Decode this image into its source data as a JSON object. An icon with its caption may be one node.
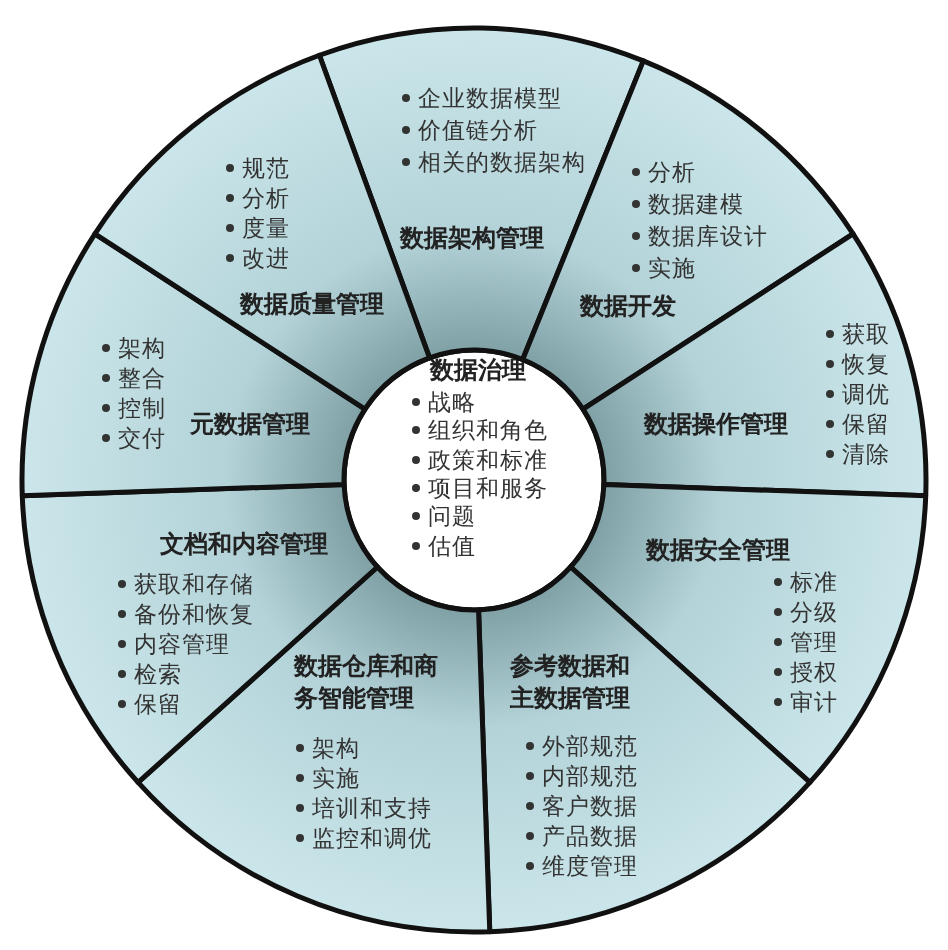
{
  "diagram": {
    "nodes": [
      {
        "text": [
          "数据治理",
          "战略",
          "组织和角色",
          "政策和标准",
          "项目和服务",
          "问题",
          "估值"
        ]
      },
      {
        "text": [
          "企业数据模型",
          "价值链分析",
          "相关的数据架构",
          "数据架构管理"
        ]
      },
      {
        "text": [
          "分析",
          "数据建模",
          "数据库设计",
          "实施",
          "数据开发"
        ]
      },
      {
        "text": [
          "获取",
          "恢复",
          "调优",
          "保留",
          "清除",
          "数据操作管理"
        ]
      },
      {
        "text": [
          "数据安全管理",
          "标准",
          "分级",
          "管理",
          "授权",
          "审计"
        ]
      },
      {
        "text": [
          "参考数据和主数据管理",
          "外部规范",
          "内部规范",
          "客户数据",
          "产品数据",
          "维度管理"
        ]
      },
      {
        "text": [
          "数据仓库和商务智能管理",
          "架构",
          "实施",
          "培训和支持",
          "监控和调优"
        ]
      },
      {
        "text": [
          "文档和内容管理",
          "获取和存储",
          "备份和恢复",
          "内容管理",
          "检索",
          "保留"
        ]
      },
      {
        "text": [
          "架构",
          "整合",
          "控制",
          "交付",
          "元数据管理"
        ]
      },
      {
        "text": [
          "规范",
          "分析",
          "度量",
          "改进",
          "数据质量管理"
        ]
      }
    ]
  }
}
